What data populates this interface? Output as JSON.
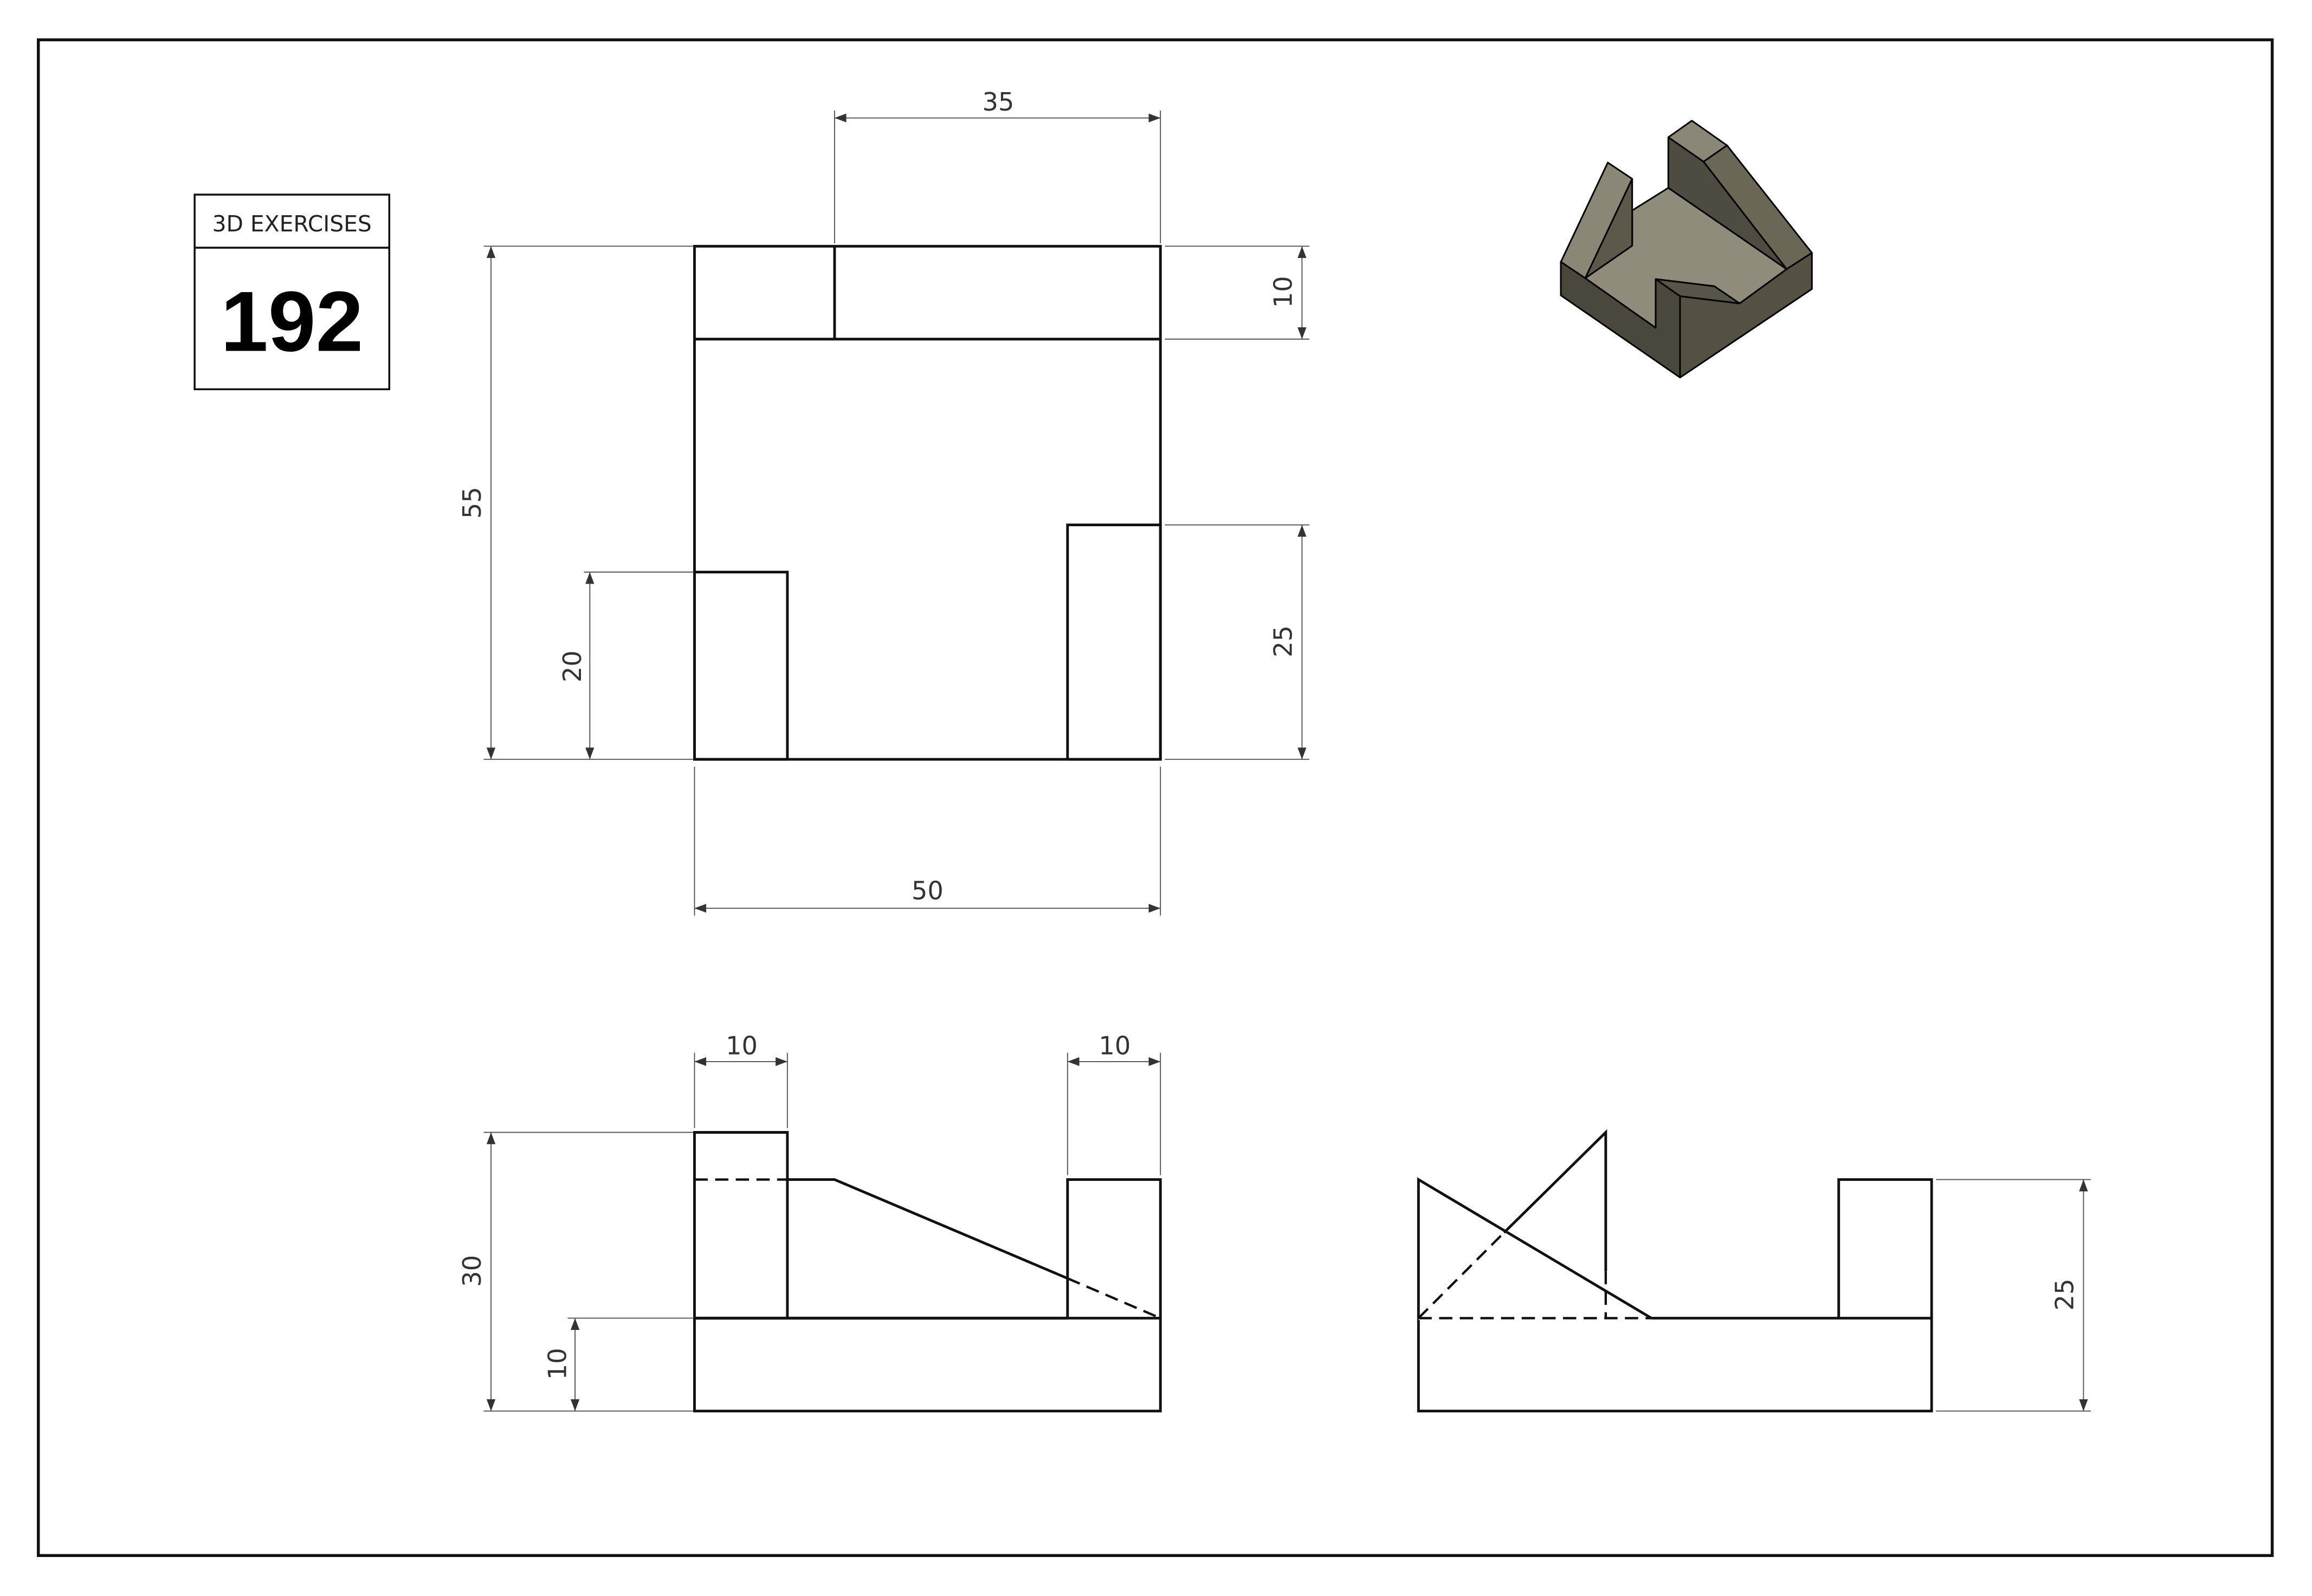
{
  "title_block": {
    "header": "3D EXERCISES",
    "number": "192"
  },
  "colors": {
    "face_light": "#8f8c7b",
    "face_mid": "#6a6757",
    "face_dark": "#4a473c"
  },
  "top_view": {
    "dims": {
      "top_width": "35",
      "top_strip": "10",
      "overall_depth": "55",
      "left_block": "20",
      "right_block": "25",
      "overall_width": "50"
    }
  },
  "front_view": {
    "dims": {
      "left_width": "10",
      "right_width": "10",
      "overall_height": "30",
      "base_height": "10"
    }
  },
  "side_view": {
    "dims": {
      "height": "25"
    }
  }
}
